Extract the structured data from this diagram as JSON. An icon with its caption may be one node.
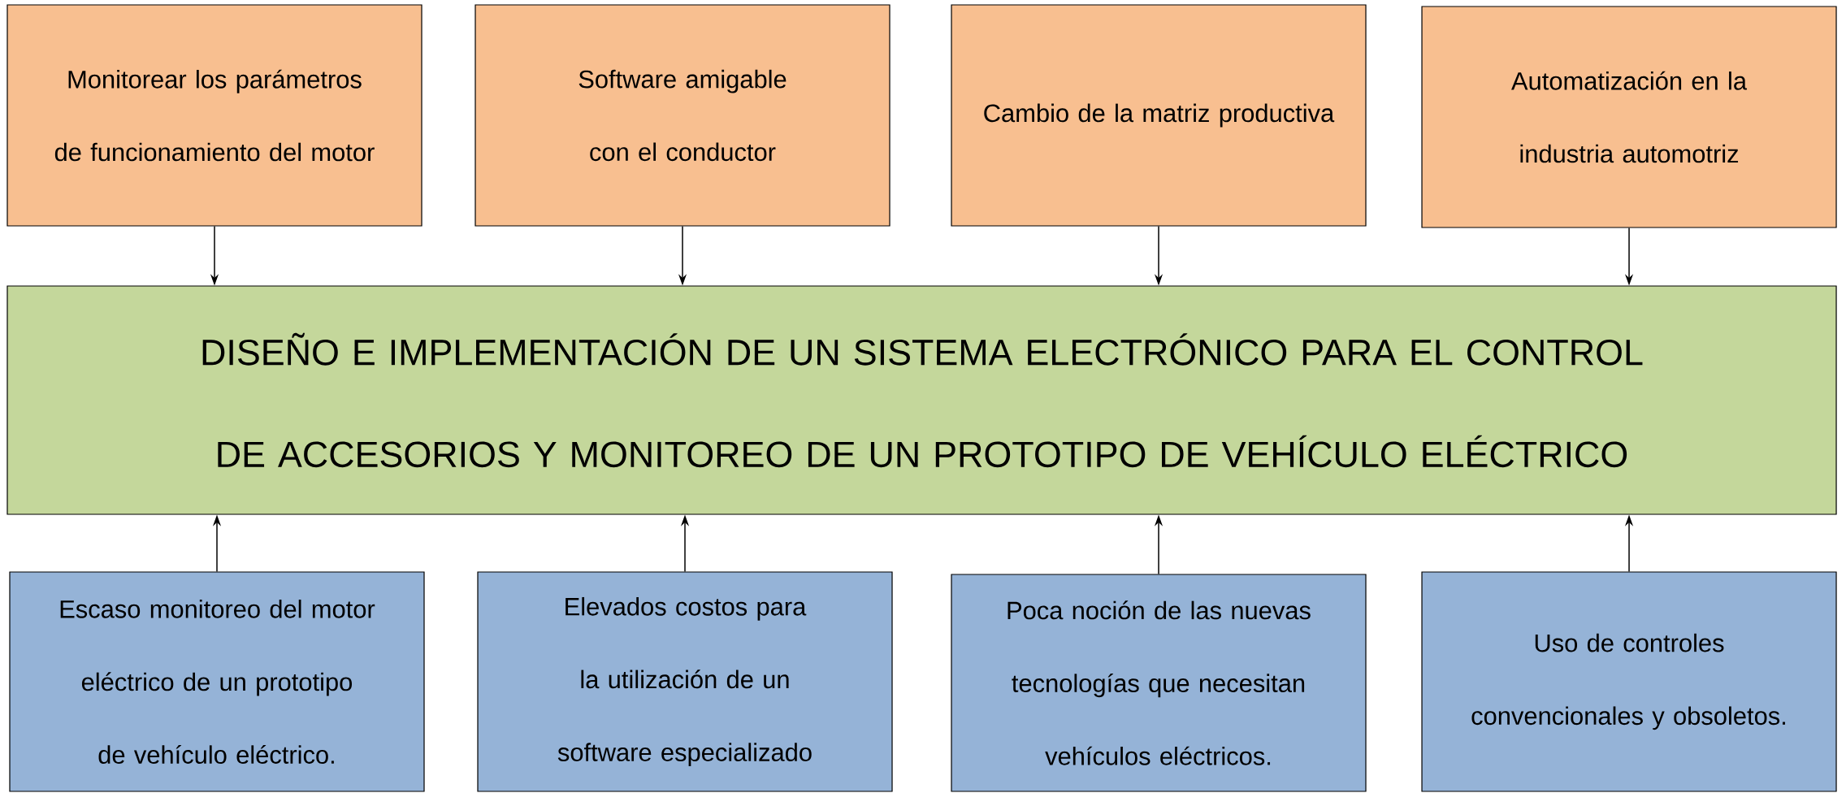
{
  "diagram": {
    "nodes": [
      {
        "text": [
          "Monitorear los parámetros de funcionamiento del motor"
        ]
      },
      {
        "text": [
          "Software amigable con el conductor"
        ]
      },
      {
        "text": [
          "Cambio de la matriz productiva"
        ]
      },
      {
        "text": [
          "Automatización en la industria automotriz"
        ]
      },
      {
        "text": [
          "DISEÑO E IMPLEMENTACIÓN DE UN SISTEMA ELECTRÓNICO PARA EL CONTROL DE ACCESORIOS Y MONITOREO DE UN PROTOTIPO DE VEHÍCULO ELÉCTRICO"
        ]
      },
      {
        "text": [
          "Escaso monitoreo del motor eléctrico de un prototipo de vehículo eléctrico."
        ]
      },
      {
        "text": [
          "Elevados costos para la utilización de un software especializado"
        ]
      },
      {
        "text": [
          "Poca noción de las nuevas tecnologías que necesitan vehículos eléctricos."
        ]
      },
      {
        "text": [
          "Uso de controles convencionales y obsoletos."
        ]
      }
    ],
    "edges": [
      {
        "from": 0,
        "to": 4,
        "arrow": "to"
      },
      {
        "from": 1,
        "to": 4,
        "arrow": "to"
      },
      {
        "from": 2,
        "to": 4,
        "arrow": "to"
      },
      {
        "from": 3,
        "to": 4,
        "arrow": "to"
      },
      {
        "from": 5,
        "to": 4,
        "arrow": "to"
      },
      {
        "from": 6,
        "to": 4,
        "arrow": "to"
      },
      {
        "from": 7,
        "to": 4,
        "arrow": "to"
      },
      {
        "from": 8,
        "to": 4,
        "arrow": "to"
      }
    ]
  }
}
